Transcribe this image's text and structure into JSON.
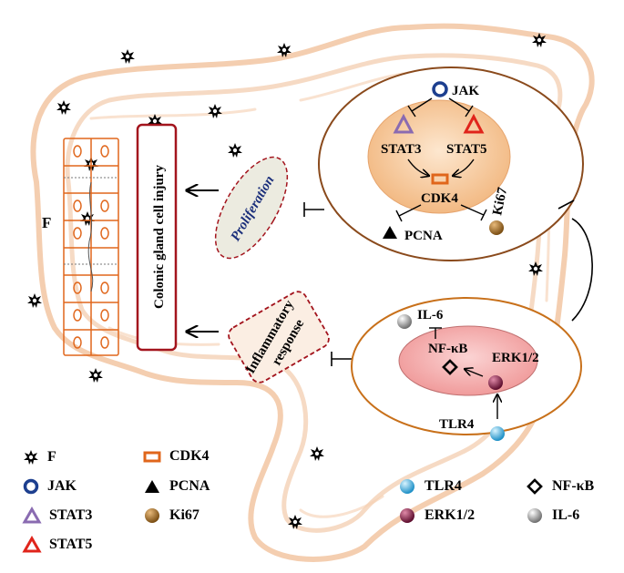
{
  "diagram": {
    "colon_label": "F",
    "injury_box": "Colonic gland cell injury",
    "proliferation": "Proliferation",
    "inflammatory_line1": "Inflammatory",
    "inflammatory_line2": "response",
    "top_cell": {
      "jak": "JAK",
      "stat3": "STAT3",
      "stat5": "STAT5",
      "cdk4": "CDK4",
      "pcna": "PCNA",
      "ki67": "Ki67"
    },
    "bottom_cell": {
      "il6": "IL-6",
      "nfkb": "NF-κB",
      "erk": "ERK1/2",
      "tlr4": "TLR4"
    }
  },
  "legend": {
    "f": "F",
    "jak": "JAK",
    "stat3": "STAT3",
    "stat5": "STAT5",
    "cdk4": "CDK4",
    "pcna": "PCNA",
    "ki67": "Ki67",
    "tlr4": "TLR4",
    "erk": "ERK1/2",
    "nfkb": "NF-κB",
    "il6": "IL-6"
  },
  "colors": {
    "colon_outline": "#f3c9a8",
    "cell_border": "#8a4a1c",
    "bottom_cell_border": "#c8701a",
    "nucleus_fill": "#f6c79a",
    "nfkb_fill": "#f4a7a7",
    "injury_border": "#a3141d",
    "jak": "#1d3f8f",
    "stat3": "#8a6bb1",
    "stat5": "#e0241b",
    "cdk4": "#e0661b",
    "ki67": "#9a6a2a",
    "tlr4": "#3bb3e0",
    "erk": "#7a1640",
    "il6": "#9a9a9a"
  }
}
